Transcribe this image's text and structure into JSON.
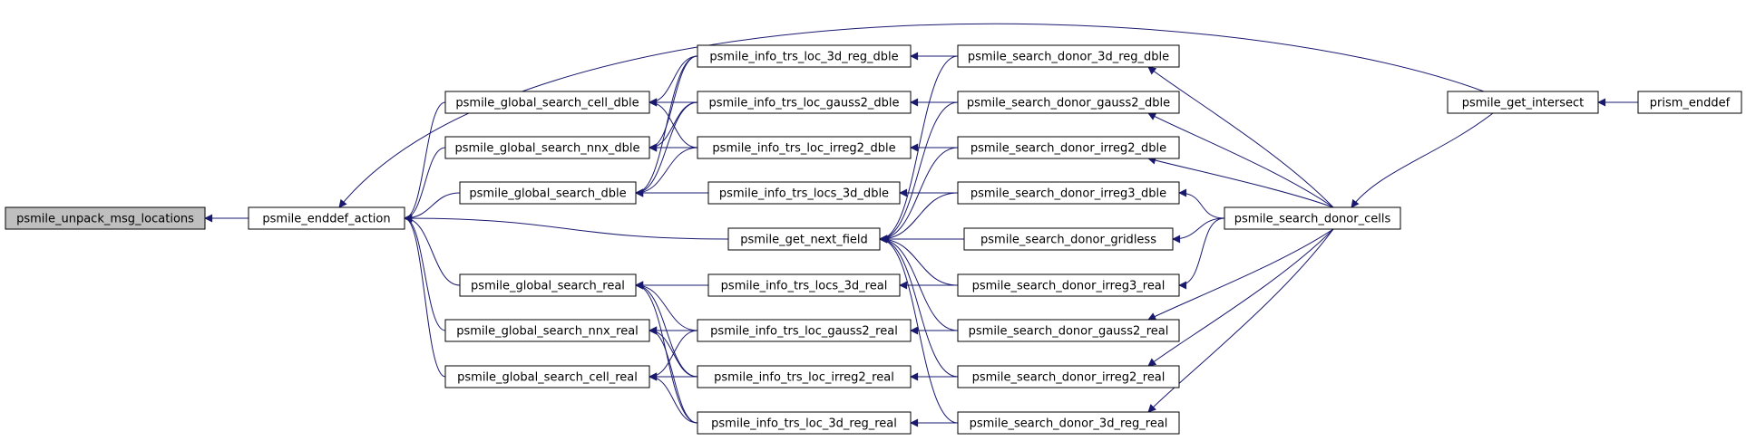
{
  "colors": {
    "edge": "#191970",
    "node_fill": "#ffffff",
    "root_fill": "#bfbfbf",
    "node_stroke": "#000000"
  },
  "nodes": [
    {
      "id": "n0",
      "label": "psmile_unpack_msg_locations"
    },
    {
      "id": "n1",
      "label": "psmile_enddef_action"
    },
    {
      "id": "n2",
      "label": "psmile_global_search_cell_dble"
    },
    {
      "id": "n3",
      "label": "psmile_global_search_nnx_dble"
    },
    {
      "id": "n4",
      "label": "psmile_global_search_dble"
    },
    {
      "id": "n5",
      "label": "psmile_global_search_real"
    },
    {
      "id": "n6",
      "label": "psmile_global_search_nnx_real"
    },
    {
      "id": "n7",
      "label": "psmile_global_search_cell_real"
    },
    {
      "id": "n8",
      "label": "psmile_info_trs_loc_3d_reg_dble"
    },
    {
      "id": "n9",
      "label": "psmile_info_trs_loc_gauss2_dble"
    },
    {
      "id": "n10",
      "label": "psmile_info_trs_loc_irreg2_dble"
    },
    {
      "id": "n11",
      "label": "psmile_info_trs_locs_3d_dble"
    },
    {
      "id": "n12",
      "label": "psmile_get_next_field"
    },
    {
      "id": "n13",
      "label": "psmile_info_trs_locs_3d_real"
    },
    {
      "id": "n14",
      "label": "psmile_info_trs_loc_gauss2_real"
    },
    {
      "id": "n15",
      "label": "psmile_info_trs_loc_irreg2_real"
    },
    {
      "id": "n16",
      "label": "psmile_info_trs_loc_3d_reg_real"
    },
    {
      "id": "n17",
      "label": "psmile_search_donor_3d_reg_dble"
    },
    {
      "id": "n18",
      "label": "psmile_search_donor_gauss2_dble"
    },
    {
      "id": "n19",
      "label": "psmile_search_donor_irreg2_dble"
    },
    {
      "id": "n20",
      "label": "psmile_search_donor_irreg3_dble"
    },
    {
      "id": "n21",
      "label": "psmile_search_donor_gridless"
    },
    {
      "id": "n22",
      "label": "psmile_search_donor_irreg3_real"
    },
    {
      "id": "n23",
      "label": "psmile_search_donor_gauss2_real"
    },
    {
      "id": "n24",
      "label": "psmile_search_donor_irreg2_real"
    },
    {
      "id": "n25",
      "label": "psmile_search_donor_3d_reg_real"
    },
    {
      "id": "n26",
      "label": "psmile_search_donor_cells"
    },
    {
      "id": "n27",
      "label": "psmile_get_intersect"
    },
    {
      "id": "n28",
      "label": "prism_enddef"
    }
  ],
  "edges": [
    {
      "from": "n1",
      "to": "n0"
    },
    {
      "from": "n2",
      "to": "n1"
    },
    {
      "from": "n3",
      "to": "n1"
    },
    {
      "from": "n4",
      "to": "n1"
    },
    {
      "from": "n5",
      "to": "n1"
    },
    {
      "from": "n6",
      "to": "n1"
    },
    {
      "from": "n7",
      "to": "n1"
    },
    {
      "from": "n12",
      "to": "n1"
    },
    {
      "from": "n27",
      "to": "n1"
    },
    {
      "from": "n8",
      "to": "n2"
    },
    {
      "from": "n9",
      "to": "n2"
    },
    {
      "from": "n10",
      "to": "n2"
    },
    {
      "from": "n8",
      "to": "n3"
    },
    {
      "from": "n9",
      "to": "n3"
    },
    {
      "from": "n10",
      "to": "n3"
    },
    {
      "from": "n8",
      "to": "n4"
    },
    {
      "from": "n9",
      "to": "n4"
    },
    {
      "from": "n10",
      "to": "n4"
    },
    {
      "from": "n11",
      "to": "n4"
    },
    {
      "from": "n13",
      "to": "n5"
    },
    {
      "from": "n14",
      "to": "n5"
    },
    {
      "from": "n15",
      "to": "n5"
    },
    {
      "from": "n16",
      "to": "n5"
    },
    {
      "from": "n14",
      "to": "n6"
    },
    {
      "from": "n15",
      "to": "n6"
    },
    {
      "from": "n16",
      "to": "n6"
    },
    {
      "from": "n14",
      "to": "n7"
    },
    {
      "from": "n15",
      "to": "n7"
    },
    {
      "from": "n16",
      "to": "n7"
    },
    {
      "from": "n17",
      "to": "n8"
    },
    {
      "from": "n18",
      "to": "n9"
    },
    {
      "from": "n19",
      "to": "n10"
    },
    {
      "from": "n20",
      "to": "n11"
    },
    {
      "from": "n22",
      "to": "n13"
    },
    {
      "from": "n23",
      "to": "n14"
    },
    {
      "from": "n24",
      "to": "n15"
    },
    {
      "from": "n25",
      "to": "n16"
    },
    {
      "from": "n17",
      "to": "n12"
    },
    {
      "from": "n18",
      "to": "n12"
    },
    {
      "from": "n19",
      "to": "n12"
    },
    {
      "from": "n20",
      "to": "n12"
    },
    {
      "from": "n21",
      "to": "n12"
    },
    {
      "from": "n22",
      "to": "n12"
    },
    {
      "from": "n23",
      "to": "n12"
    },
    {
      "from": "n24",
      "to": "n12"
    },
    {
      "from": "n25",
      "to": "n12"
    },
    {
      "from": "n26",
      "to": "n17"
    },
    {
      "from": "n26",
      "to": "n18"
    },
    {
      "from": "n26",
      "to": "n19"
    },
    {
      "from": "n26",
      "to": "n20"
    },
    {
      "from": "n26",
      "to": "n21"
    },
    {
      "from": "n26",
      "to": "n22"
    },
    {
      "from": "n26",
      "to": "n23"
    },
    {
      "from": "n26",
      "to": "n24"
    },
    {
      "from": "n26",
      "to": "n25"
    },
    {
      "from": "n27",
      "to": "n26"
    },
    {
      "from": "n28",
      "to": "n27"
    }
  ]
}
